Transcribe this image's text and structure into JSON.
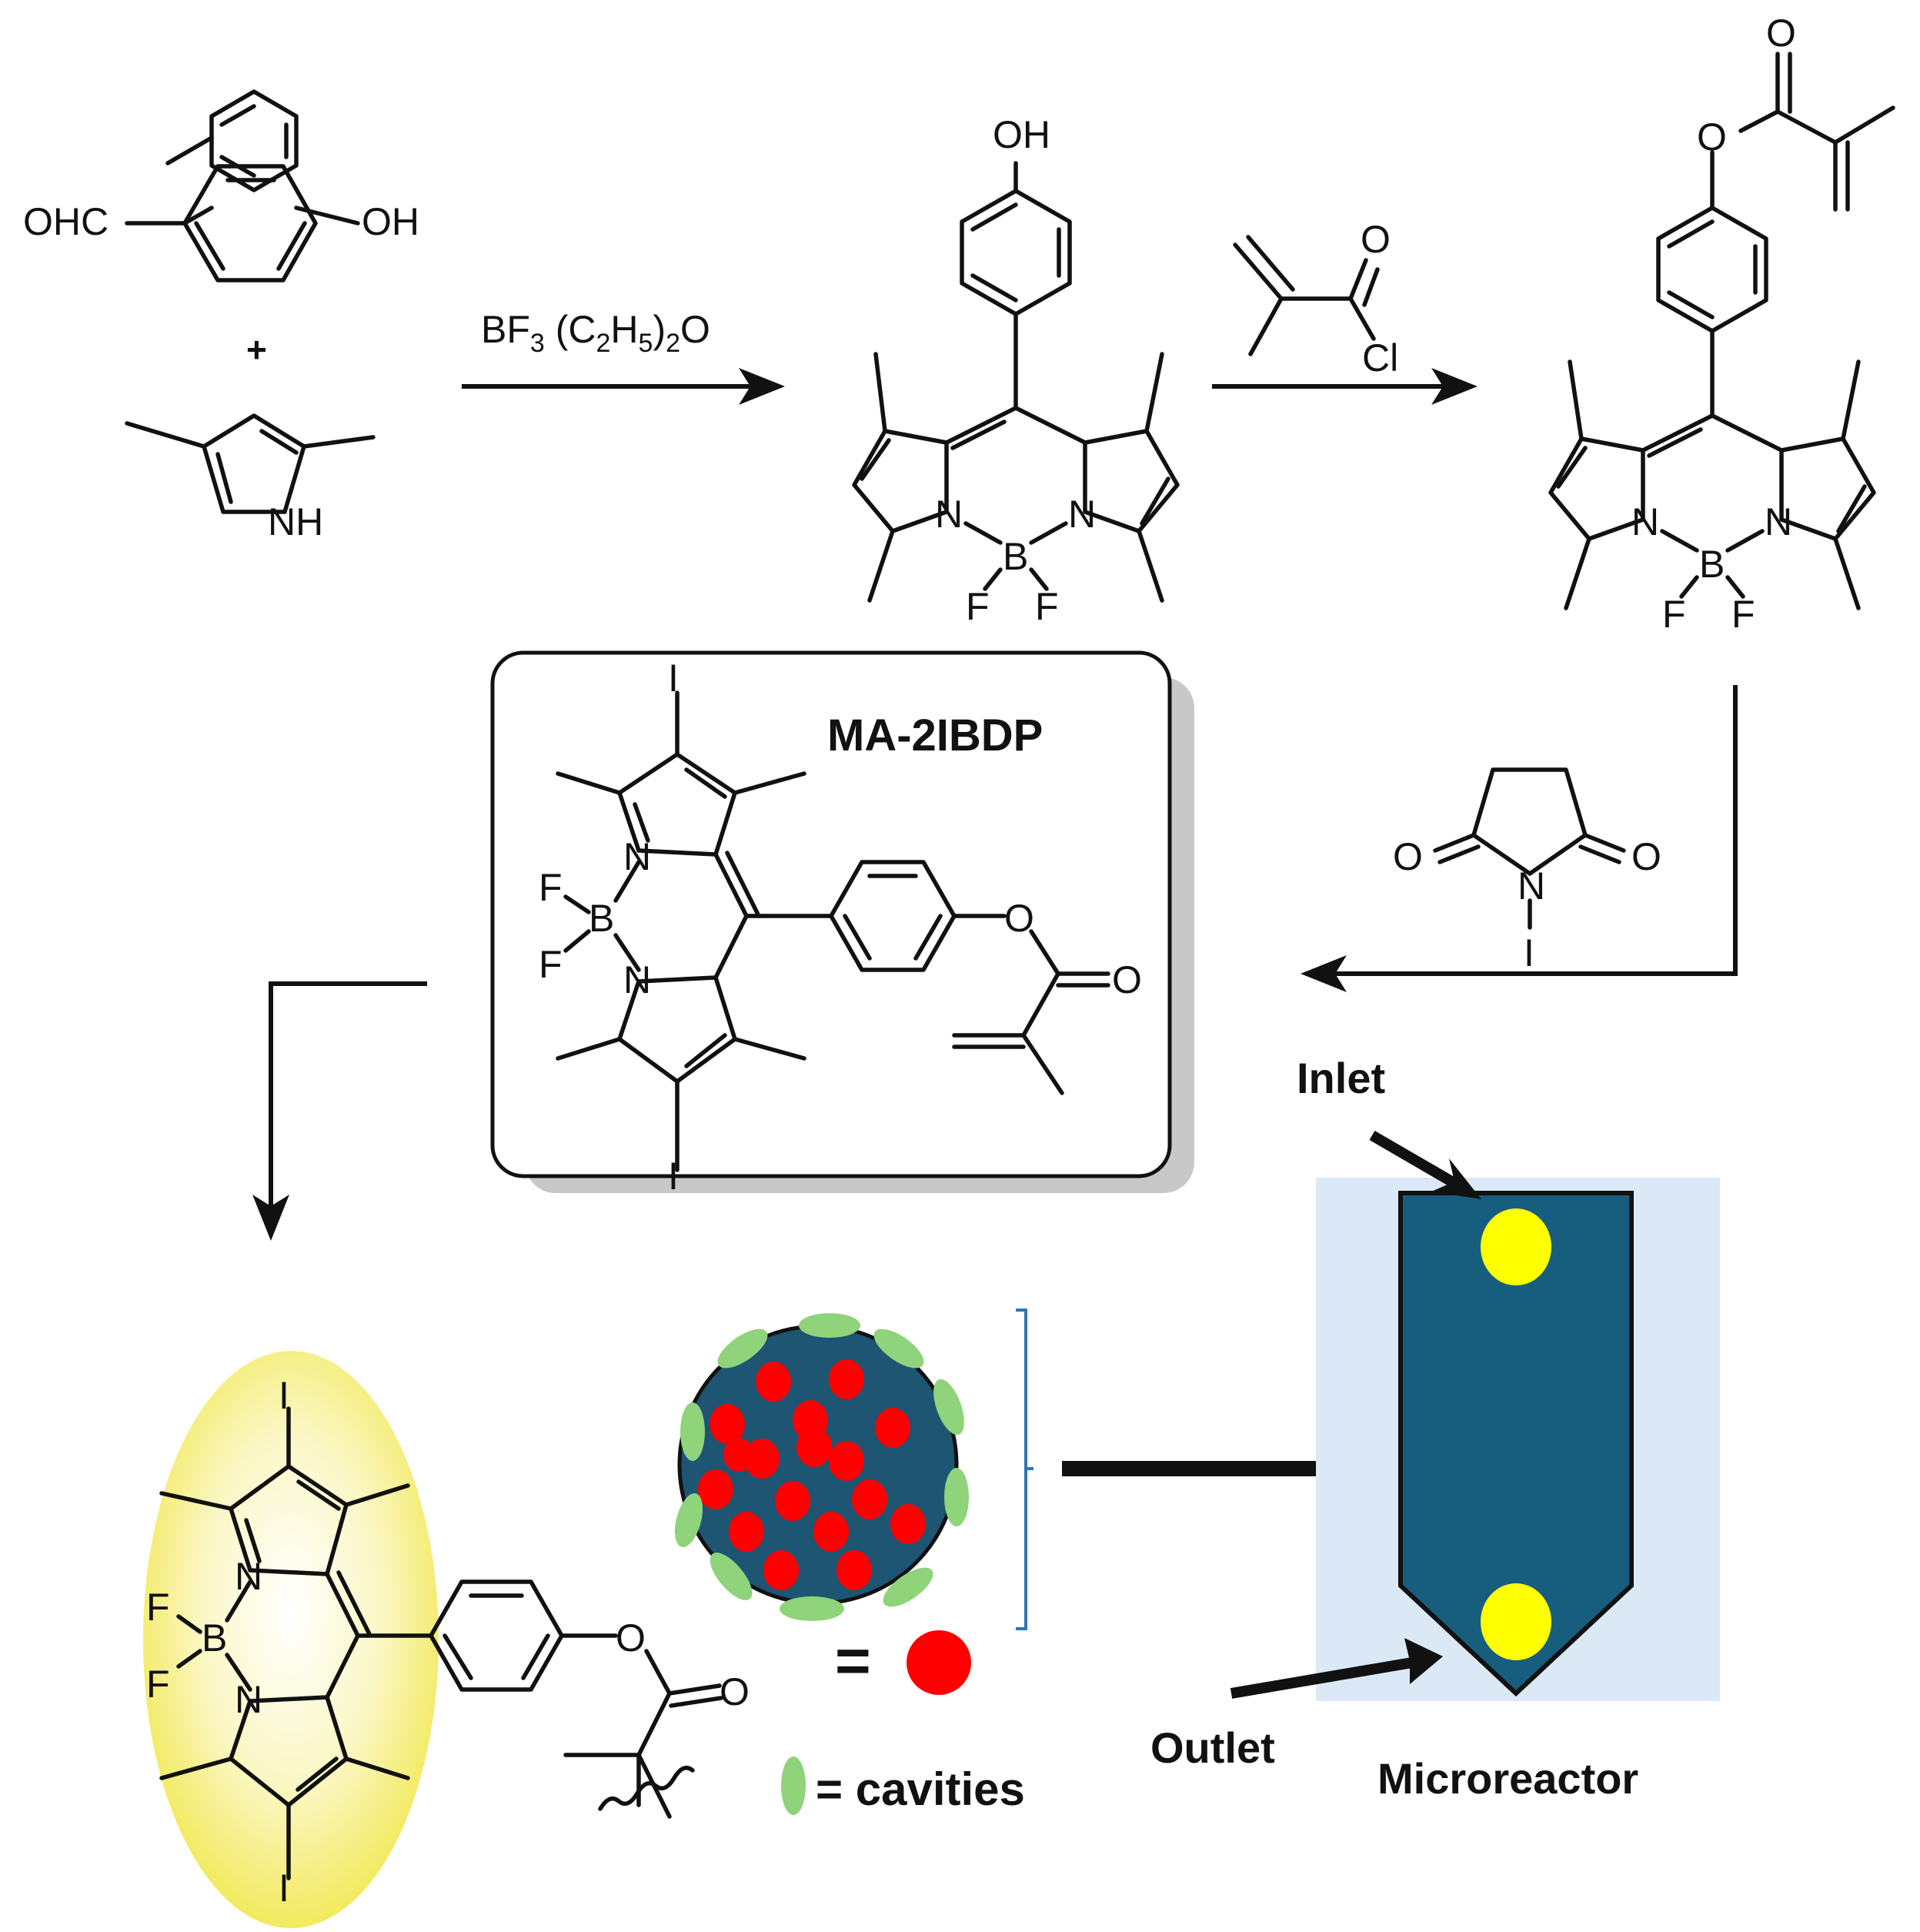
{
  "reagents": {
    "aldehyde": {
      "left_group": "OHC",
      "right_group": "OH"
    },
    "plus": "+",
    "pyrrole_nh": "NH"
  },
  "step1": {
    "reagent_main": "BF",
    "sub1": "3",
    "reagent_paren_open": " (C",
    "sub2": "2",
    "mid": "H",
    "sub3": "5",
    "paren_close": ")",
    "sub4": "2",
    "tail": "O"
  },
  "step2": {
    "carbonyl_o": "O",
    "chloride": "Cl"
  },
  "step3": {
    "imide_o_left": "O",
    "imide_o_right": "O",
    "imide_n": "N",
    "iodine": "I"
  },
  "bodipy_oh": {
    "oh": "OH",
    "n_left": "N",
    "n_right": "N",
    "boron": "B",
    "f_left": "F",
    "f_right": "F"
  },
  "bodipy_ma": {
    "ester_o": "O",
    "carbonyl_o": "O",
    "n_left": "N",
    "n_right": "N",
    "boron": "B",
    "f_left": "F",
    "f_right": "F"
  },
  "box": {
    "title": "MA-2IBDP",
    "iodo_top": "I",
    "iodo_bottom": "I",
    "n_top": "N",
    "n_bottom": "N",
    "boron": "B",
    "f_top": "F",
    "f_bottom": "F",
    "ester_o": "O",
    "carbonyl_o": "O"
  },
  "polymer_unit": {
    "iodo_top": "I",
    "iodo_bottom": "I",
    "n_top": "N",
    "n_bottom": "N",
    "boron": "B",
    "f_top": "F",
    "f_bottom": "F",
    "ester_o": "O",
    "carbonyl_o": "O"
  },
  "legend": {
    "equals": "=",
    "cavities": "= cavities"
  },
  "microreactor": {
    "inlet": "Inlet",
    "outlet": "Outlet",
    "caption": "Microreactor"
  },
  "colors": {
    "reactor_body": "#175e7e",
    "reactor_bg": "#dbe8f5",
    "sphere": "#1d5573",
    "red_dot": "#ff0000",
    "green_cavity": "#8fd37a",
    "yellow_dot": "#ffff00",
    "halo": "#f7f17a",
    "bracket": "#2e75b6"
  }
}
